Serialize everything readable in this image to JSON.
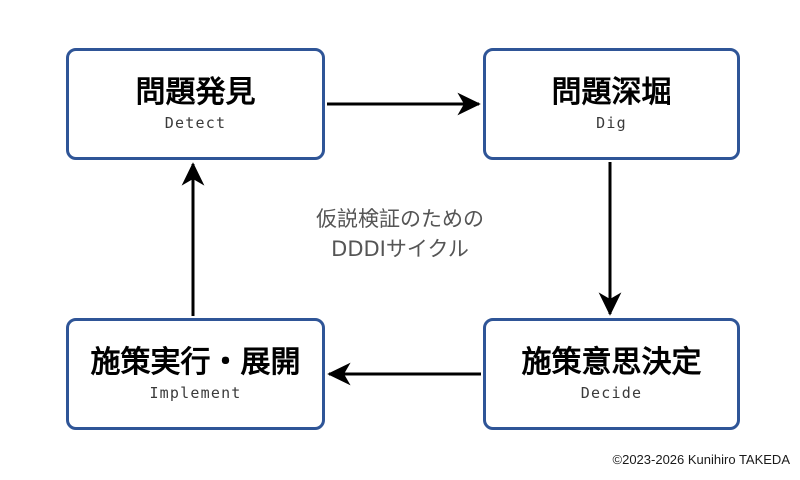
{
  "diagram": {
    "title_caption": {
      "line1": "仮説検証のための",
      "line2": "DDDIサイクル"
    },
    "nodes": [
      {
        "id": "detect",
        "title": "問題発見",
        "subtitle": "Detect"
      },
      {
        "id": "dig",
        "title": "問題深堀",
        "subtitle": "Dig"
      },
      {
        "id": "implement",
        "title": "施策実行・展開",
        "subtitle": "Implement"
      },
      {
        "id": "decide",
        "title": "施策意思決定",
        "subtitle": "Decide"
      }
    ],
    "arrows": [
      {
        "id": "detect-to-dig",
        "direction": "right"
      },
      {
        "id": "dig-to-decide",
        "direction": "down"
      },
      {
        "id": "decide-to-implement",
        "direction": "left"
      },
      {
        "id": "implement-to-detect",
        "direction": "up"
      }
    ],
    "colors": {
      "node_border": "#2f5597",
      "node_fill": "#ffffff",
      "arrow": "#000000",
      "caption_text": "#555555",
      "title_text": "#000000",
      "subtitle_text": "#3a3a3a"
    }
  },
  "footer": {
    "copyright": "©2023-2026 Kunihiro TAKEDA"
  }
}
